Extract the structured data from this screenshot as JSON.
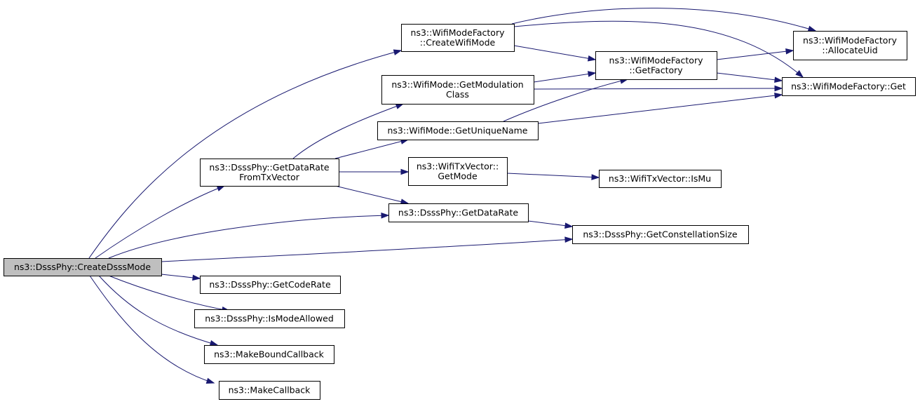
{
  "graph": {
    "nodes": [
      {
        "id": "createDsssMode",
        "lines": [
          "ns3::DsssPhy::CreateDsssMode"
        ],
        "root": true
      },
      {
        "id": "getDataRateFromTxVector",
        "lines": [
          "ns3::DsssPhy::GetDataRate",
          "FromTxVector"
        ]
      },
      {
        "id": "getCodeRate",
        "lines": [
          "ns3::DsssPhy::GetCodeRate"
        ]
      },
      {
        "id": "isModeAllowed",
        "lines": [
          "ns3::DsssPhy::IsModeAllowed"
        ]
      },
      {
        "id": "makeBoundCallback",
        "lines": [
          "ns3::MakeBoundCallback"
        ]
      },
      {
        "id": "makeCallback",
        "lines": [
          "ns3::MakeCallback"
        ]
      },
      {
        "id": "createWifiMode",
        "lines": [
          "ns3::WifiModeFactory",
          "::CreateWifiMode"
        ]
      },
      {
        "id": "getModulationClass",
        "lines": [
          "ns3::WifiMode::GetModulation",
          "Class"
        ]
      },
      {
        "id": "getUniqueName",
        "lines": [
          "ns3::WifiMode::GetUniqueName"
        ]
      },
      {
        "id": "wifiTxVectorGetMode",
        "lines": [
          "ns3::WifiTxVector::",
          "GetMode"
        ]
      },
      {
        "id": "getDataRate",
        "lines": [
          "ns3::DsssPhy::GetDataRate"
        ]
      },
      {
        "id": "getConstellationSize",
        "lines": [
          "ns3::DsssPhy::GetConstellationSize"
        ]
      },
      {
        "id": "getFactory",
        "lines": [
          "ns3::WifiModeFactory",
          "::GetFactory"
        ]
      },
      {
        "id": "isMu",
        "lines": [
          "ns3::WifiTxVector::IsMu"
        ]
      },
      {
        "id": "allocateUid",
        "lines": [
          "ns3::WifiModeFactory",
          "::AllocateUid"
        ]
      },
      {
        "id": "factoryGet",
        "lines": [
          "ns3::WifiModeFactory::Get"
        ]
      }
    ],
    "edges": [
      {
        "from": "createDsssMode",
        "to": "createWifiMode"
      },
      {
        "from": "createDsssMode",
        "to": "getDataRateFromTxVector"
      },
      {
        "from": "createDsssMode",
        "to": "getDataRate"
      },
      {
        "from": "createDsssMode",
        "to": "getConstellationSize"
      },
      {
        "from": "createDsssMode",
        "to": "getCodeRate"
      },
      {
        "from": "createDsssMode",
        "to": "isModeAllowed"
      },
      {
        "from": "createDsssMode",
        "to": "makeBoundCallback"
      },
      {
        "from": "createDsssMode",
        "to": "makeCallback"
      },
      {
        "from": "getDataRateFromTxVector",
        "to": "getModulationClass"
      },
      {
        "from": "getDataRateFromTxVector",
        "to": "getUniqueName"
      },
      {
        "from": "getDataRateFromTxVector",
        "to": "wifiTxVectorGetMode"
      },
      {
        "from": "getDataRateFromTxVector",
        "to": "getDataRate"
      },
      {
        "from": "createWifiMode",
        "to": "allocateUid"
      },
      {
        "from": "createWifiMode",
        "to": "factoryGet"
      },
      {
        "from": "createWifiMode",
        "to": "getFactory"
      },
      {
        "from": "getModulationClass",
        "to": "getFactory"
      },
      {
        "from": "getModulationClass",
        "to": "factoryGet"
      },
      {
        "from": "getUniqueName",
        "to": "getFactory"
      },
      {
        "from": "getUniqueName",
        "to": "factoryGet"
      },
      {
        "from": "getFactory",
        "to": "allocateUid"
      },
      {
        "from": "getFactory",
        "to": "factoryGet"
      },
      {
        "from": "wifiTxVectorGetMode",
        "to": "isMu"
      },
      {
        "from": "getDataRate",
        "to": "getConstellationSize"
      }
    ]
  },
  "colors": {
    "edge": "#191970",
    "root_fill": "#bfbfbf",
    "node_fill": "#ffffff",
    "node_stroke": "#000000"
  }
}
